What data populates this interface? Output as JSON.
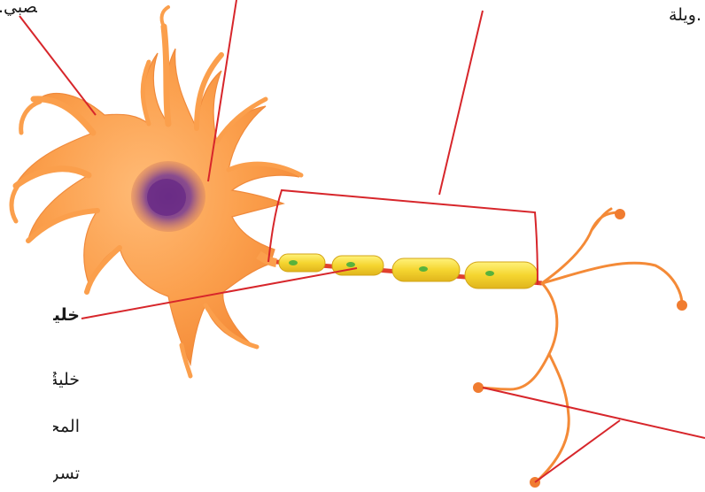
{
  "labels": {
    "top_left": ".لعصبي",
    "top_right": "ويلة.",
    "heading": "خليةُ ش",
    "body_line_1": "خليةٌ د",
    "body_line_2": "المحو",
    "body_line_3": "تسري"
  },
  "colors": {
    "neuron_body": "#fb9f4c",
    "neuron_outline": "#f08a3c",
    "nucleus": "#7b3f8a",
    "axon": "#e0402e",
    "myelin": "#f5d530",
    "pointer_lines": "#d7262b"
  }
}
